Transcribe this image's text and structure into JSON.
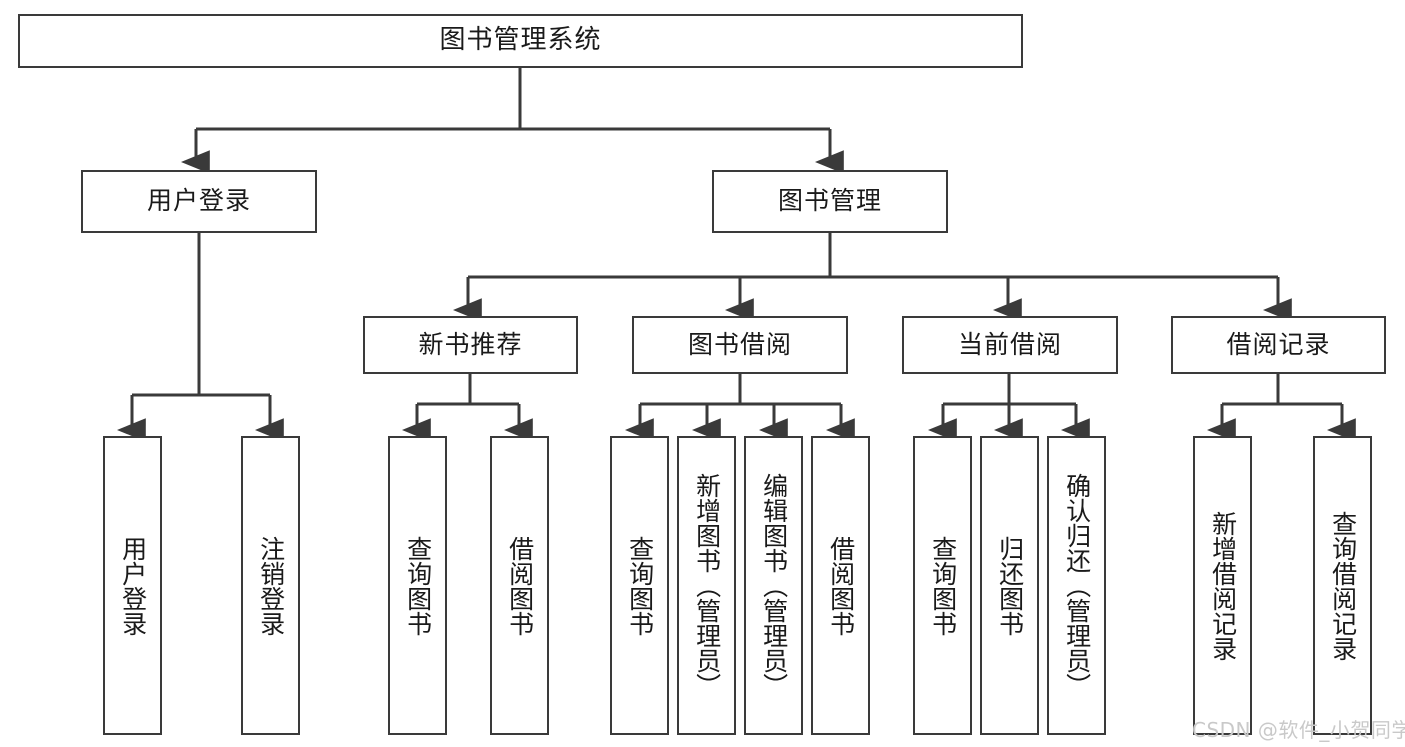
{
  "diagram": {
    "title": "图书管理系统",
    "type": "tree-hierarchy-chart",
    "background_color": "#ffffff",
    "box_border_color": "#3a3a3a",
    "connector_color": "#3a3a3a",
    "text_color": "#1a1a1a"
  },
  "nodes": {
    "root": {
      "label": "图书管理系统"
    },
    "level2": [
      {
        "label": "用户登录"
      },
      {
        "label": "图书管理"
      }
    ],
    "level3": [
      {
        "label": "新书推荐"
      },
      {
        "label": "图书借阅"
      },
      {
        "label": "当前借阅"
      },
      {
        "label": "借阅记录"
      }
    ],
    "leaves": {
      "user_login": [
        {
          "label": "用户登录"
        },
        {
          "label": "注销登录"
        }
      ],
      "new_book_recommend": [
        {
          "label": "查询图书"
        },
        {
          "label": "借阅图书"
        }
      ],
      "book_borrow": [
        {
          "label": "查询图书"
        },
        {
          "label": "新增图书（管理员）"
        },
        {
          "label": "编辑图书（管理员）"
        },
        {
          "label": "借阅图书"
        }
      ],
      "current_borrow": [
        {
          "label": "查询图书"
        },
        {
          "label": "归还图书"
        },
        {
          "label": "确认归还（管理员）"
        }
      ],
      "borrow_record": [
        {
          "label": "新增借阅记录"
        },
        {
          "label": "查询借阅记录"
        }
      ]
    }
  },
  "watermark": {
    "text": "CSDN @软件_小贺同学",
    "color": "#c9c9c9"
  }
}
